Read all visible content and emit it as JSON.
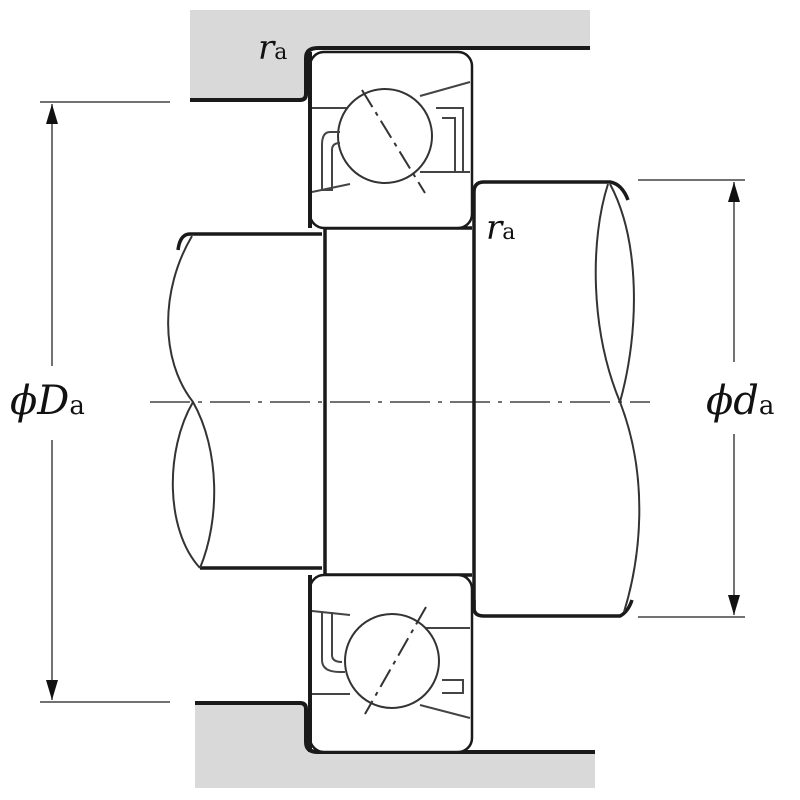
{
  "diagram": {
    "title": "",
    "type": "bearing mounting dimensions (angular contact ball bearing)",
    "colors": {
      "housing_fill": "#d9d9d9",
      "line": "#1a1a1a",
      "thin_line": "#444444",
      "background": "#ffffff"
    },
    "labels": {
      "ra_top": {
        "main": "r",
        "sub": "a"
      },
      "ra_shaft": {
        "main": "r",
        "sub": "a"
      },
      "Da": {
        "phi": "ϕ",
        "main": "D",
        "sub": "a"
      },
      "da": {
        "phi": "ϕ",
        "main": "d",
        "sub": "a"
      }
    },
    "parts": [
      "housing-upper",
      "housing-lower",
      "shaft-left",
      "shaft-shoulder-right",
      "bearing-upper",
      "bearing-lower",
      "centerline",
      "dimension-Da",
      "dimension-da"
    ]
  }
}
